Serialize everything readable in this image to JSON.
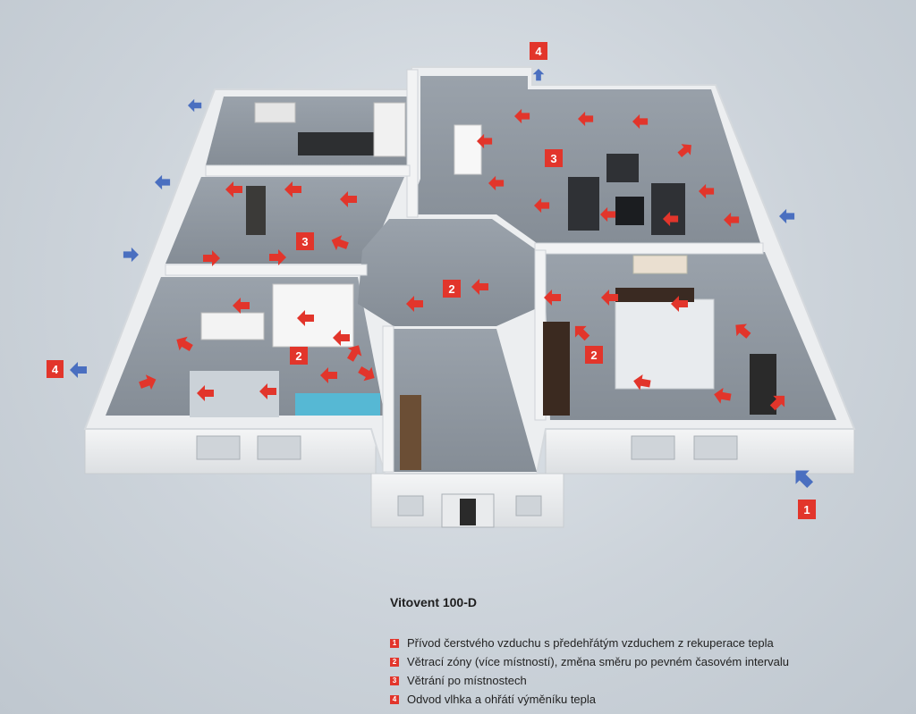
{
  "title": "Vitovent 100-D",
  "legend": [
    {
      "num": "1",
      "text": "Přívod čerstvého vzduchu s předehřátým vzduchem z rekuperace tepla"
    },
    {
      "num": "2",
      "text": "Větrací zóny (více místností), změna směru po pevném časovém intervalu"
    },
    {
      "num": "3",
      "text": "Větrání po místnostech"
    },
    {
      "num": "4",
      "text": "Odvod vlhka a ohřátí výměníku tepla"
    }
  ],
  "badges": {
    "b4_top": "4",
    "b4_left": "4",
    "b1": "1",
    "b3_living": "3",
    "b3_bath": "3",
    "b2_hall": "2",
    "b2_living": "2",
    "b2_bedroom": "2"
  },
  "colors": {
    "supply_arrow": "#e2352b",
    "exhaust_arrow": "#4a6fc0",
    "badge": "#e2352b"
  }
}
